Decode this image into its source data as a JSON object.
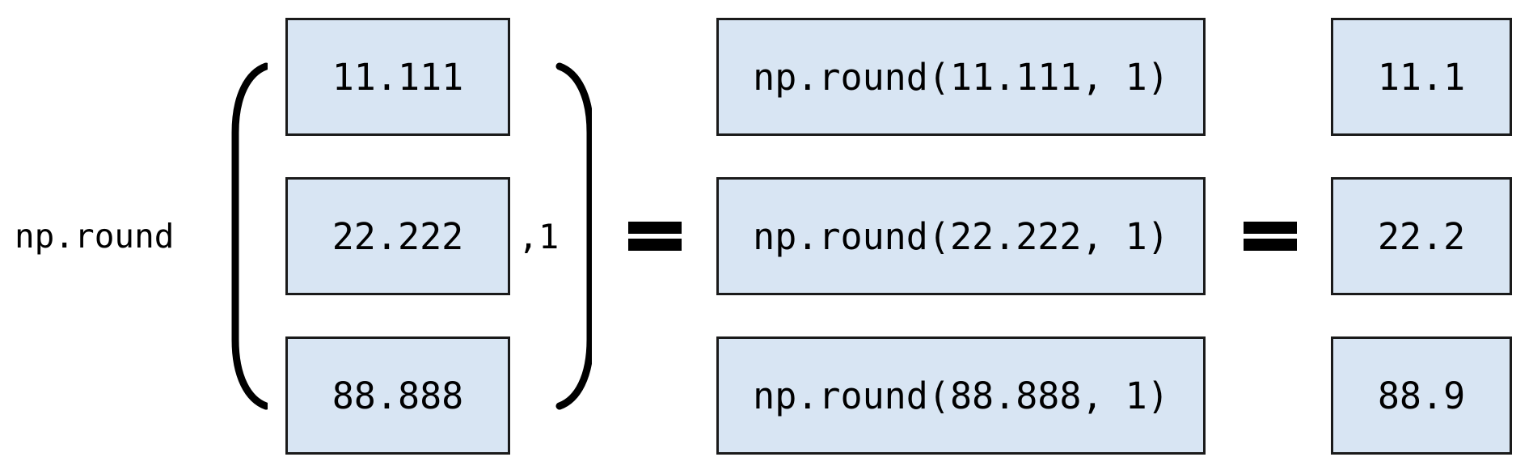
{
  "diagram": {
    "function_label": "np.round",
    "second_arg_label": ",1",
    "rows": [
      {
        "input": "11.111",
        "expression": "np.round(11.111, 1)",
        "result": "11.1"
      },
      {
        "input": "22.222",
        "expression": "np.round(22.222, 1)",
        "result": "22.2"
      },
      {
        "input": "88.888",
        "expression": "np.round(88.888, 1)",
        "result": "88.9"
      }
    ],
    "colors": {
      "background": "#ffffff",
      "box_fill": "#d8e5f3",
      "box_border": "#1a1a1a",
      "text": "#000000",
      "equals": "#000000"
    }
  }
}
